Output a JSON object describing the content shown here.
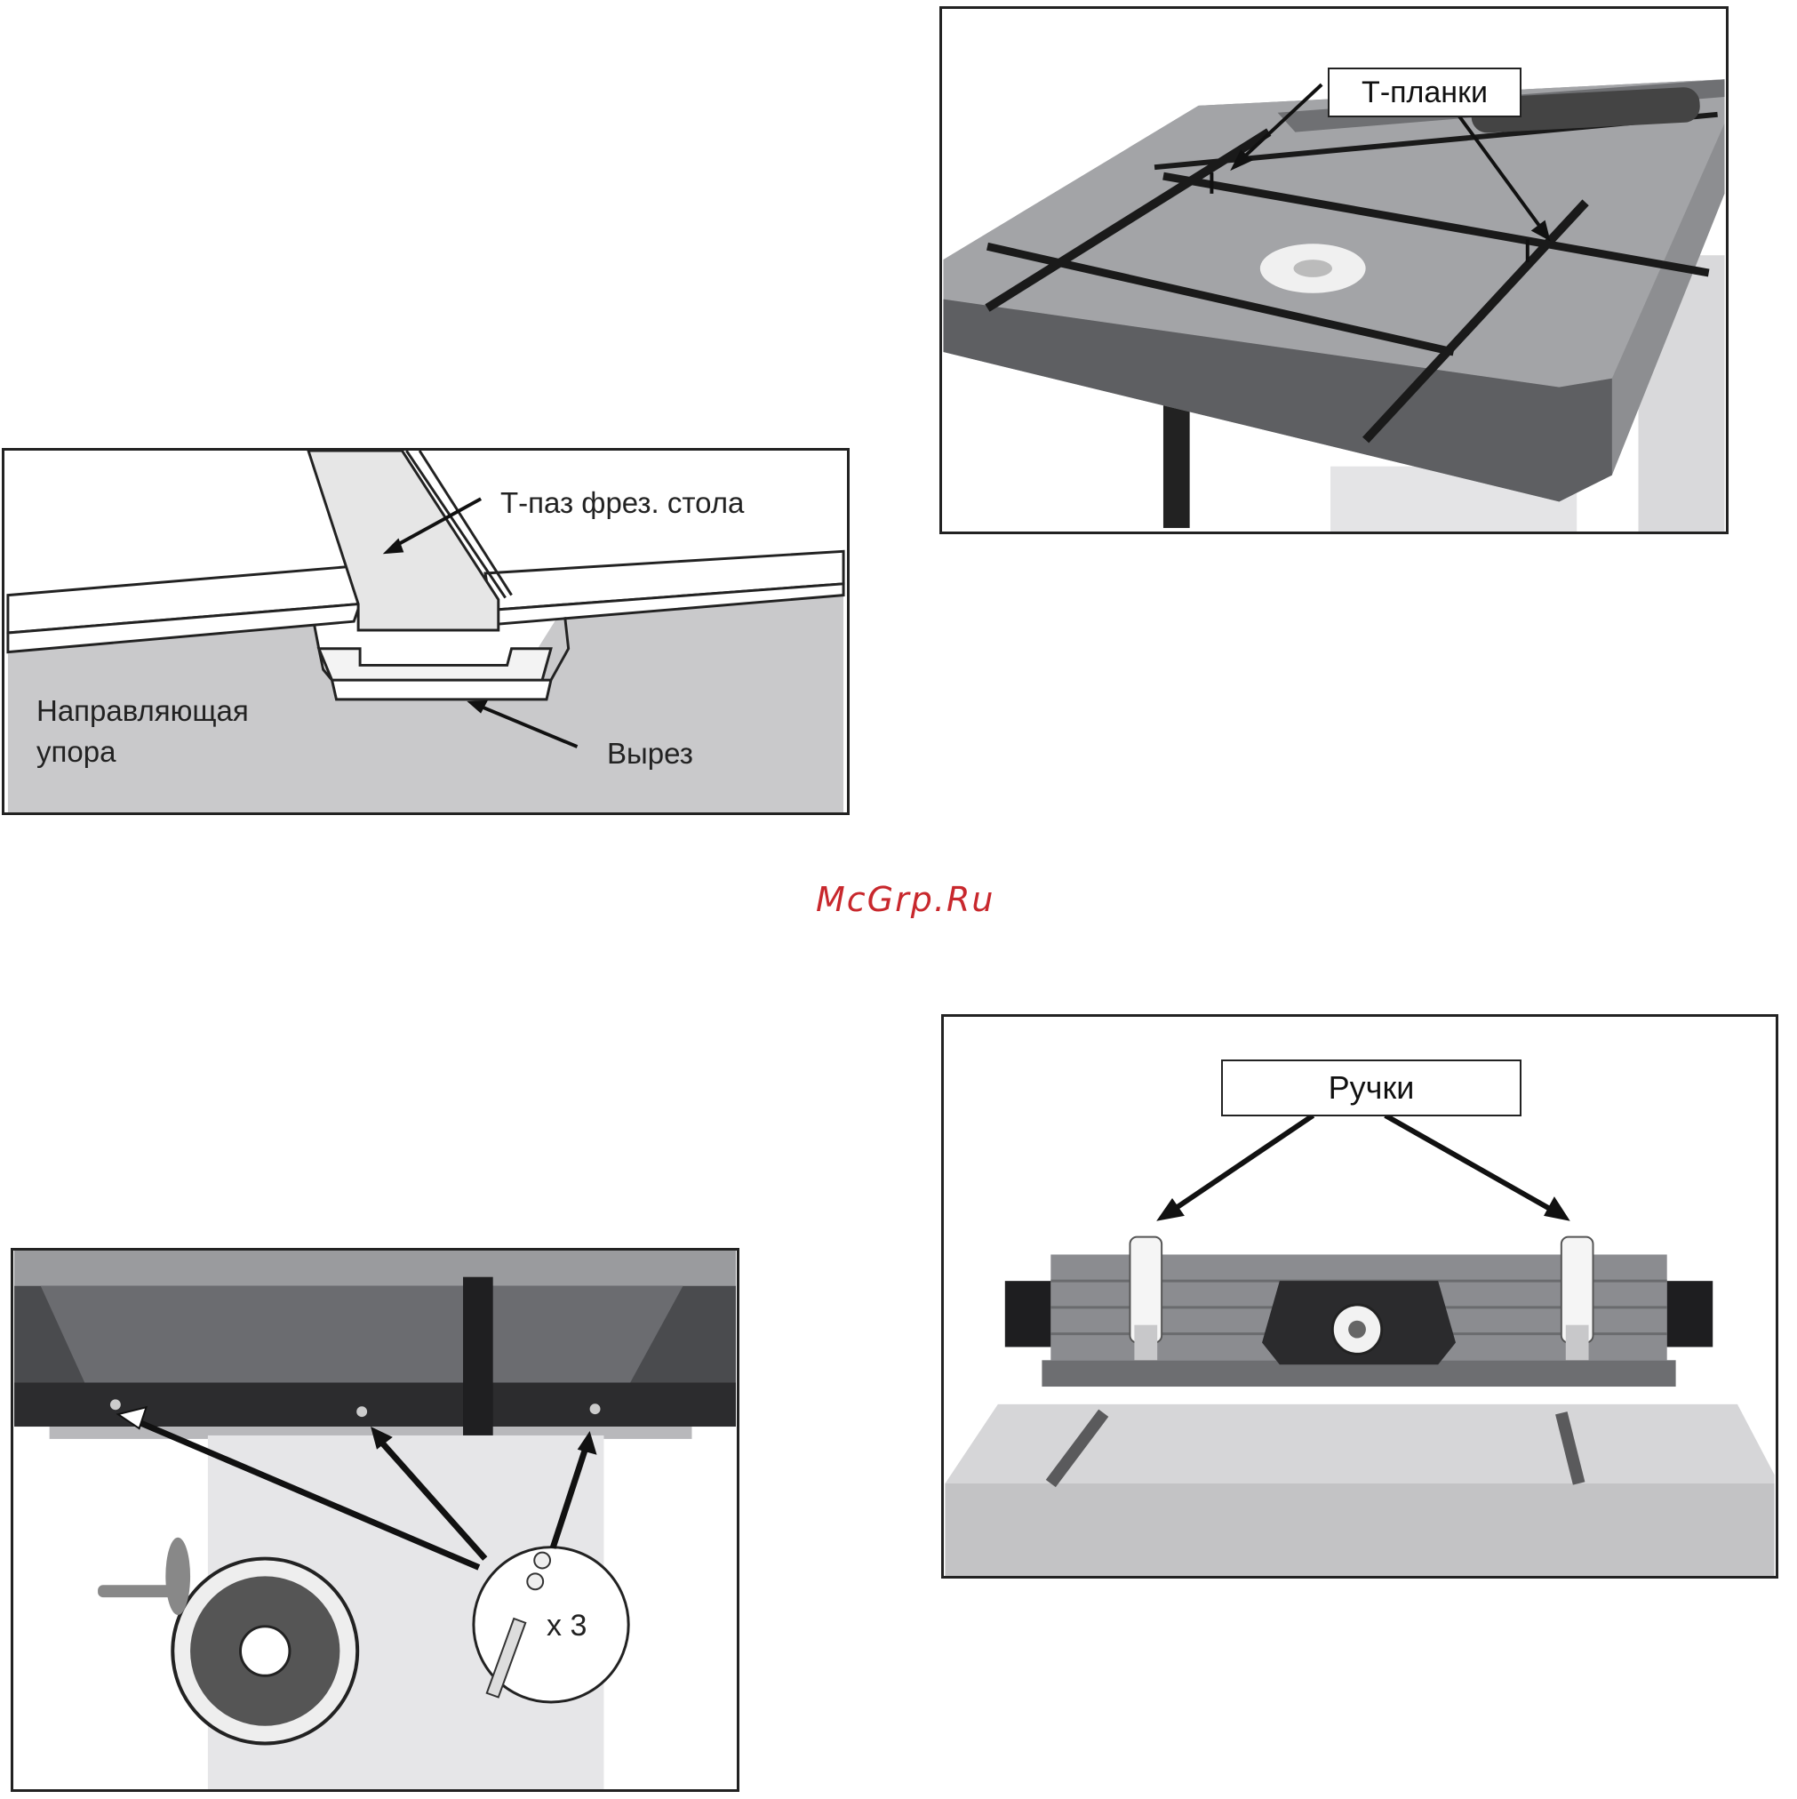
{
  "watermark": "McGrp.Ru",
  "figures": {
    "tslot": {
      "label_slot": "Т-паз фрез. стола",
      "label_rail_line1": "Направляющая",
      "label_rail_line2": "упора",
      "label_cutout": "Вырез"
    },
    "table_top": {
      "label_tbars": "Т-планки"
    },
    "under_table": {
      "label_qty": "x 3"
    },
    "fence": {
      "label_knobs": "Ручки"
    }
  }
}
